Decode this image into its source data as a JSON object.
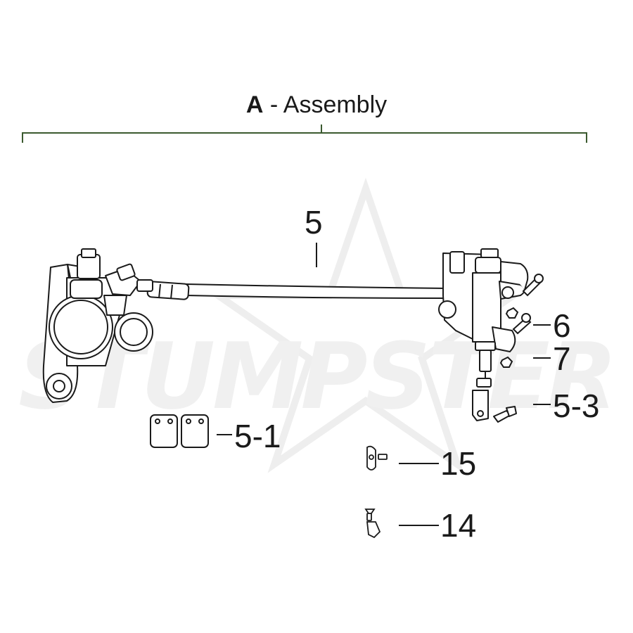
{
  "title": {
    "letter": "A",
    "separator": "-",
    "text": "Assembly"
  },
  "watermark": {
    "text": "STUMPSTER"
  },
  "callouts": {
    "brake_line": "5",
    "part_6": "6",
    "part_7": "7",
    "part_5_3": "5-3",
    "brake_pads": "5-1",
    "part_15": "15",
    "part_14": "14"
  },
  "colors": {
    "bracket": "#3b5a2f",
    "line": "#1a1a1a",
    "part_fill": "#ffffff",
    "watermark": "#eeeeee"
  }
}
